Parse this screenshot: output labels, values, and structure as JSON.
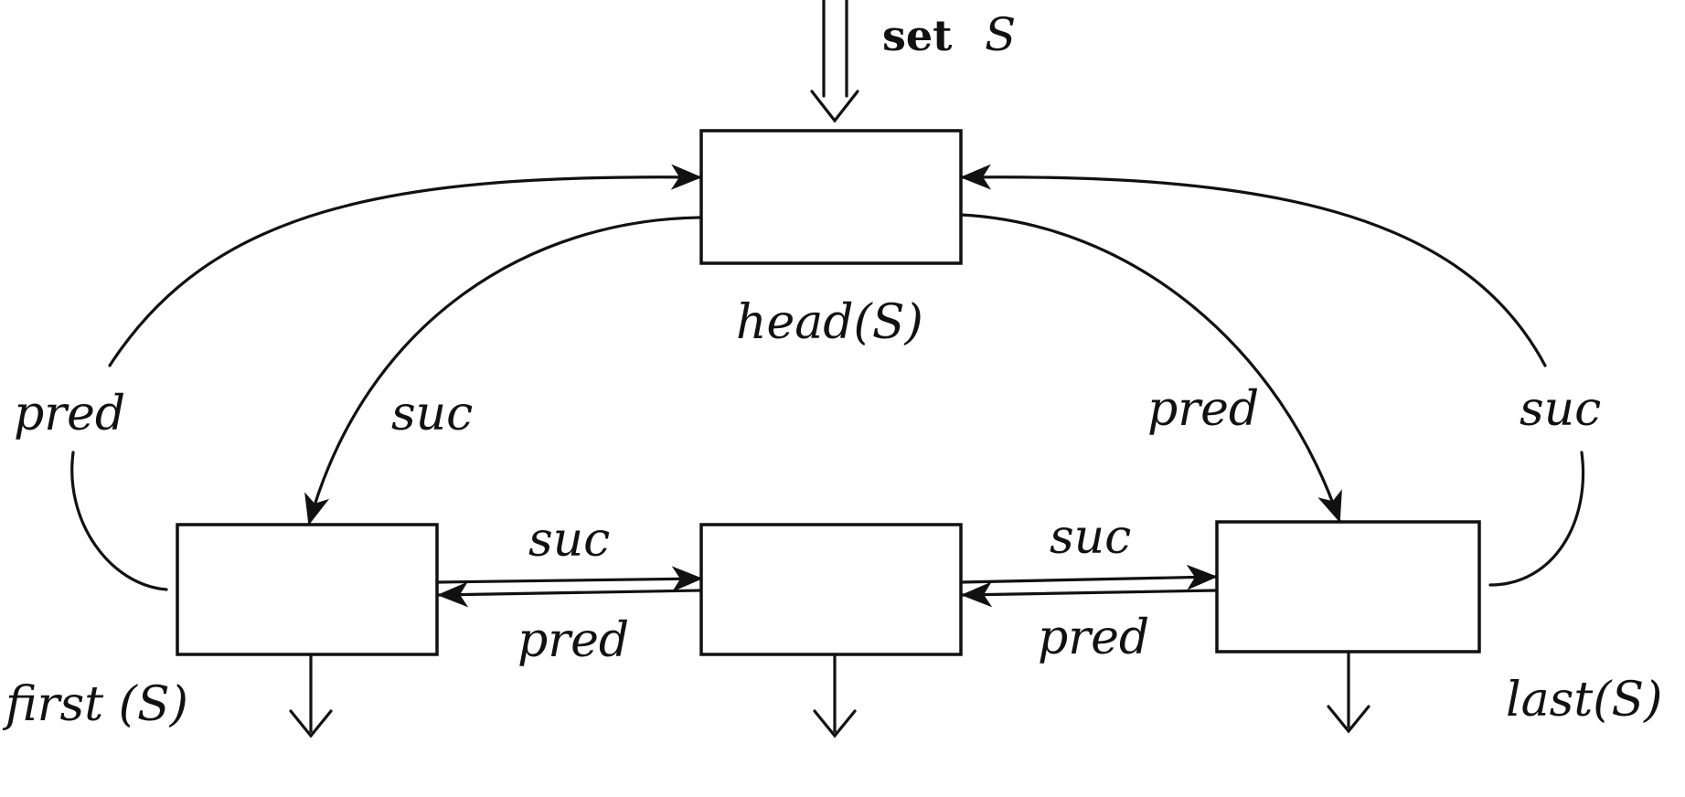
{
  "input": {
    "keyword": "set",
    "variable": "S"
  },
  "nodes": {
    "head": "head(S)",
    "first": "first (S)",
    "last": "last(S)"
  },
  "edge_labels": {
    "outer_left": "pred",
    "inner_left": "suc",
    "inner_right": "pred",
    "outer_right": "suc",
    "mid_left_top": "suc",
    "mid_left_bottom": "pred",
    "mid_right_top": "suc",
    "mid_right_bottom": "pred"
  }
}
